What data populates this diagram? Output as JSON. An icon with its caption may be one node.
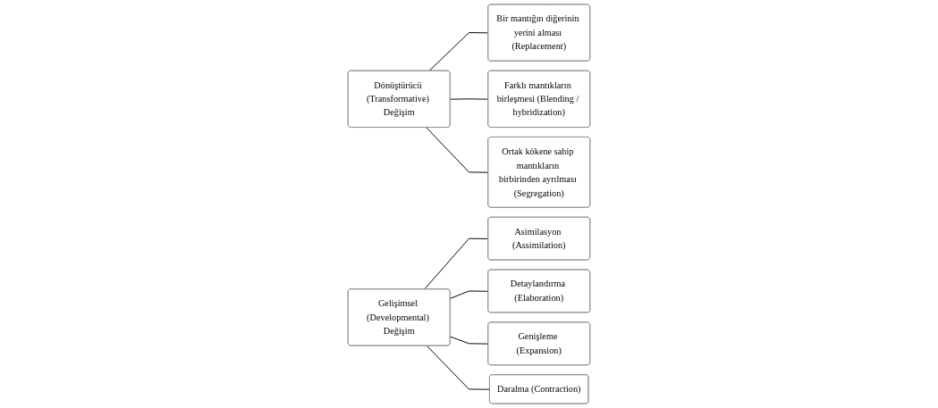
{
  "diagram": {
    "nodes": [
      {
        "text": [
          "Dönüştürücü (Transformative) Değişim"
        ]
      },
      {
        "text": [
          "Bir mantığın diğerinin yerini alması (Replacement)"
        ]
      },
      {
        "text": [
          "Farklı mantıkların birleşmesi (Blending / hybridization)"
        ]
      },
      {
        "text": [
          "Ortak kökene sahip mantıkların birbirinden ayrılması (Segregation)"
        ]
      },
      {
        "text": [
          "Gelişimsel (Developmental) Değişim"
        ]
      },
      {
        "text": [
          "Asimilasyon (Assimilation)"
        ]
      },
      {
        "text": [
          "Detaylandırma (Elaboration)"
        ]
      },
      {
        "text": [
          "Genişleme (Expansion)"
        ]
      },
      {
        "text": [
          "Daralma (Contraction)"
        ]
      }
    ],
    "edges": [
      {
        "from": 0,
        "to": 1,
        "arrow": "none"
      },
      {
        "from": 0,
        "to": 2,
        "arrow": "none"
      },
      {
        "from": 0,
        "to": 3,
        "arrow": "none"
      },
      {
        "from": 4,
        "to": 5,
        "arrow": "none"
      },
      {
        "from": 4,
        "to": 6,
        "arrow": "none"
      },
      {
        "from": 4,
        "to": 7,
        "arrow": "none"
      },
      {
        "from": 4,
        "to": 8,
        "arrow": "none"
      }
    ]
  }
}
